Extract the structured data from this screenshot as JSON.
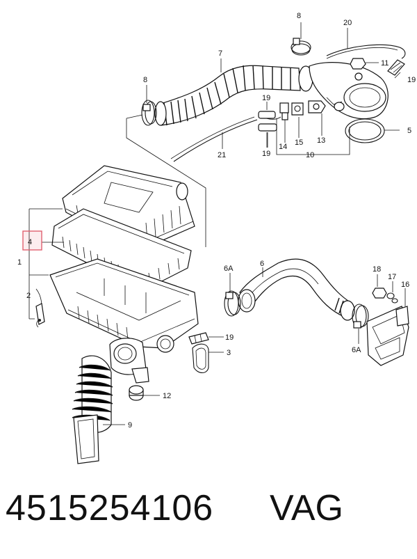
{
  "labels": {
    "l1": "1",
    "l2": "2",
    "l3": "3",
    "l4": "4",
    "l5": "5",
    "l6": "6",
    "l6a_left": "6A",
    "l6a_right": "6A",
    "l7": "7",
    "l8_top": "8",
    "l8_left": "8",
    "l9": "9",
    "l10": "10",
    "l11": "11",
    "l12": "12",
    "l13": "13",
    "l14": "14",
    "l15": "15",
    "l16": "16",
    "l17": "17",
    "l18": "18",
    "l19_a": "19",
    "l19_b": "19",
    "l19_c": "19",
    "l19_d": "19",
    "l20": "20",
    "l21": "21"
  },
  "highlight": {
    "label": "4",
    "color": "#e06070"
  },
  "footer": {
    "part_number": "4515254106",
    "brand": "VAG"
  }
}
